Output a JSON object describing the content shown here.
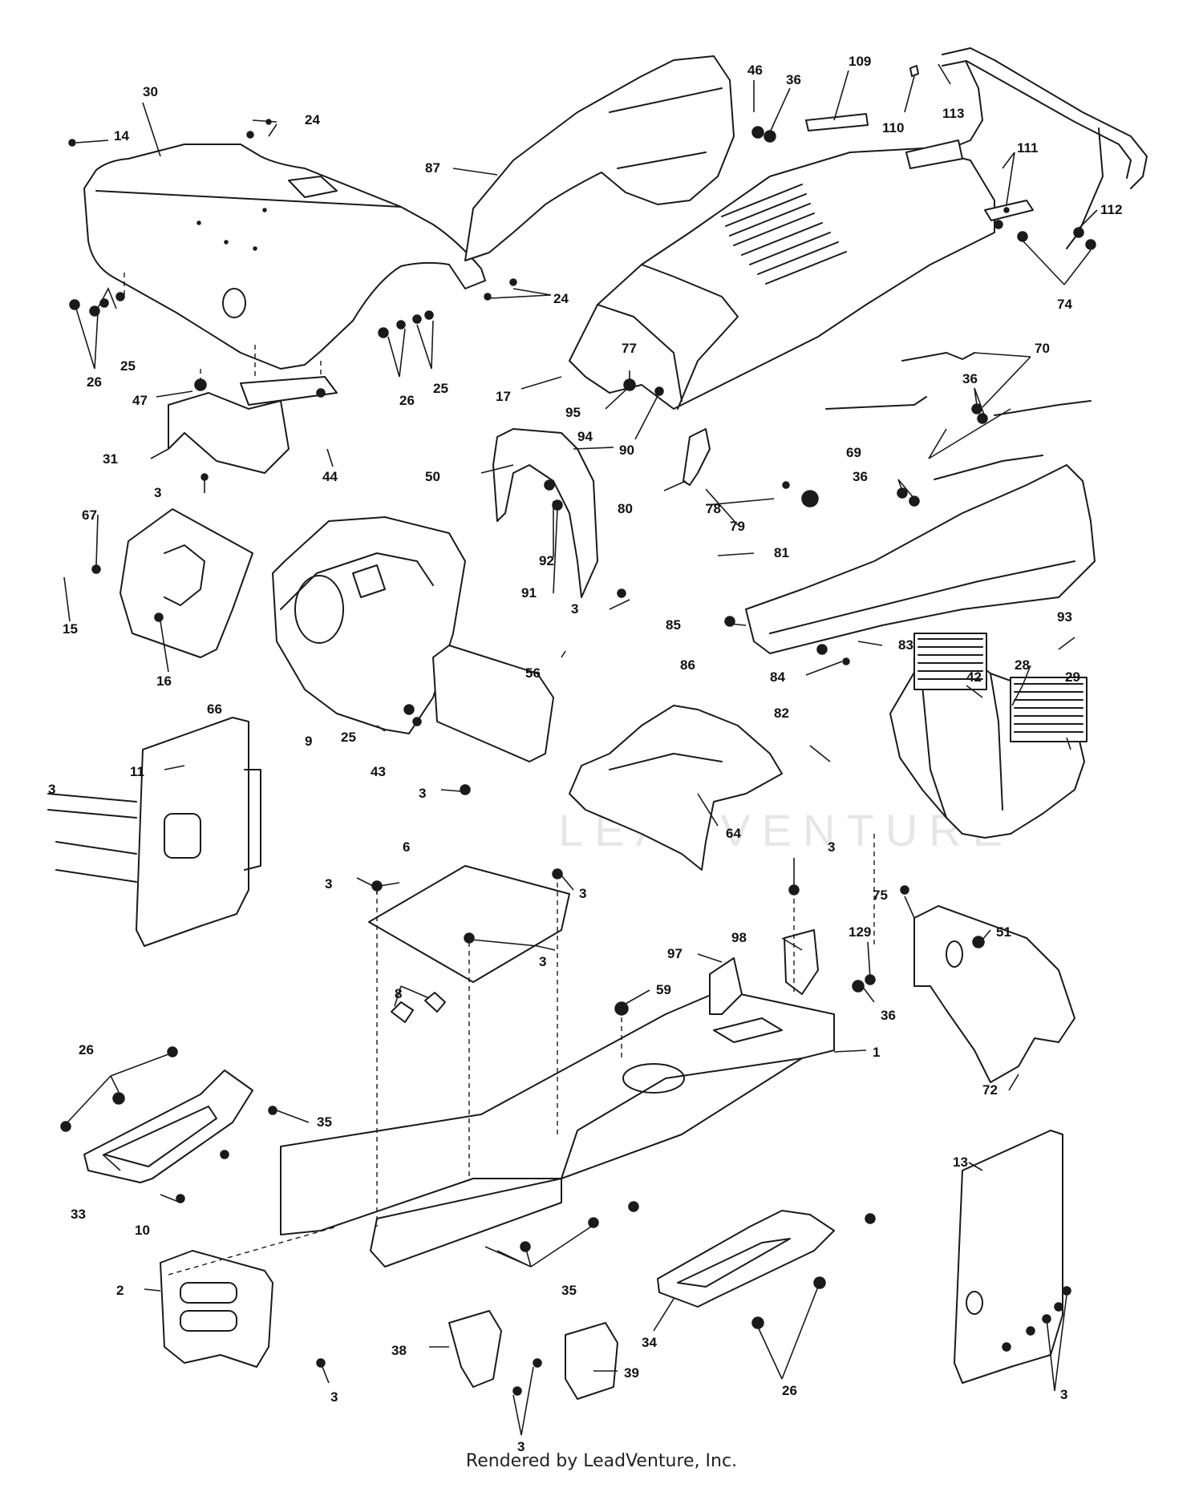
{
  "diagram": {
    "watermark": "LEADVENTURE",
    "footer": "Rendered by LeadVenture, Inc.",
    "callouts": [
      "30",
      "24",
      "14",
      "109",
      "46",
      "36",
      "113",
      "110",
      "111",
      "112",
      "87",
      "74",
      "24",
      "25",
      "26",
      "25",
      "26",
      "17",
      "77",
      "70",
      "47",
      "95",
      "36",
      "94",
      "44",
      "31",
      "90",
      "50",
      "69",
      "3",
      "80",
      "78",
      "36",
      "79",
      "67",
      "92",
      "91",
      "81",
      "15",
      "16",
      "3",
      "85",
      "93",
      "66",
      "56",
      "83",
      "86",
      "84",
      "42",
      "28",
      "29",
      "9",
      "82",
      "25",
      "43",
      "11",
      "64",
      "3",
      "3",
      "6",
      "3",
      "3",
      "3",
      "75",
      "51",
      "129",
      "98",
      "3",
      "8",
      "97",
      "59",
      "36",
      "1",
      "26",
      "35",
      "72",
      "33",
      "10",
      "13",
      "2",
      "35",
      "34",
      "38",
      "39",
      "3",
      "3",
      "26",
      "3"
    ]
  }
}
